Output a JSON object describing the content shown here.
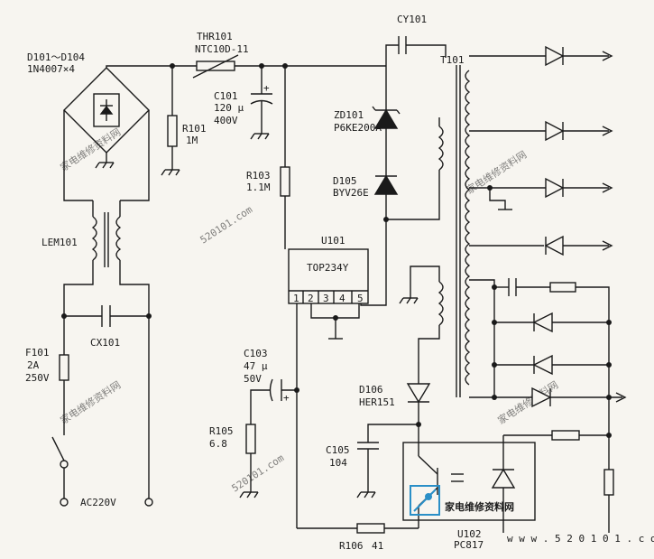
{
  "labels": {
    "d101": "D101～D104",
    "d101_part": "1N4007×4",
    "thr101": "THR101",
    "thr101_part": "NTC10D-11",
    "cy101": "CY101",
    "t101": "T101",
    "c101": "C101",
    "c101_val1": "120 μ",
    "c101_val2": "400V",
    "r101": "R101",
    "r101_val": "1M",
    "zd101": "ZD101",
    "zd101_part": "P6KE200A",
    "d105": "D105",
    "d105_part": "BYV26E",
    "r103": "R103",
    "r103_val": "1.1M",
    "lem101": "LEM101",
    "u101": "U101",
    "u101_part": "TOP234Y",
    "pin1": "1",
    "pin2": "2",
    "pin3": "3",
    "pin4": "4",
    "pin5": "5",
    "cx101": "CX101",
    "f101": "F101",
    "f101_val1": "2A",
    "f101_val2": "250V",
    "c103": "C103",
    "c103_val1": "47 μ",
    "c103_val2": "50V",
    "d106": "D106",
    "d106_part": "HER151",
    "r105": "R105",
    "r105_val": "6.8",
    "c105": "C105",
    "c105_val": "104",
    "ac": "AC220V",
    "r106": "R106",
    "r106_val": "41",
    "u102": "U102",
    "u102_part": "PC817",
    "plus1": "+",
    "plus2": "+"
  },
  "watermark": {
    "site": "家电维修资料网",
    "url": "520101.com",
    "logo": "家电维修资料网",
    "logo_url": "w w w . 5 2 0 1 0 1 . c o m"
  }
}
